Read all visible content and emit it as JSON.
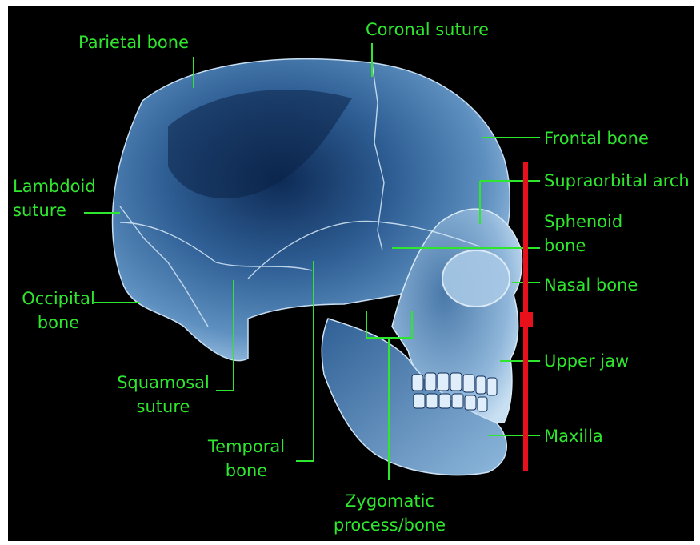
{
  "colors": {
    "label": "#2fe62f",
    "leader": "#2fe62f",
    "background": "#000000",
    "scale_bar": "#e8101a"
  },
  "labels": {
    "parietal": "Parietal bone",
    "coronal": "Coronal suture",
    "frontal": "Frontal bone",
    "supraorbital": "Supraorbital arch",
    "sphenoid_1": "Sphenoid",
    "sphenoid_2": "bone",
    "nasal": "Nasal bone",
    "upper_jaw": "Upper jaw",
    "maxilla": "Maxilla",
    "lambdoid_1": "Lambdoid",
    "lambdoid_2": "suture",
    "occipital_1": "Occipital",
    "occipital_2": "bone",
    "squamosal_1": "Squamosal",
    "squamosal_2": "suture",
    "temporal_1": "Temporal",
    "temporal_2": "bone",
    "zygomatic_1": "Zygomatic",
    "zygomatic_2": "process/bone"
  }
}
